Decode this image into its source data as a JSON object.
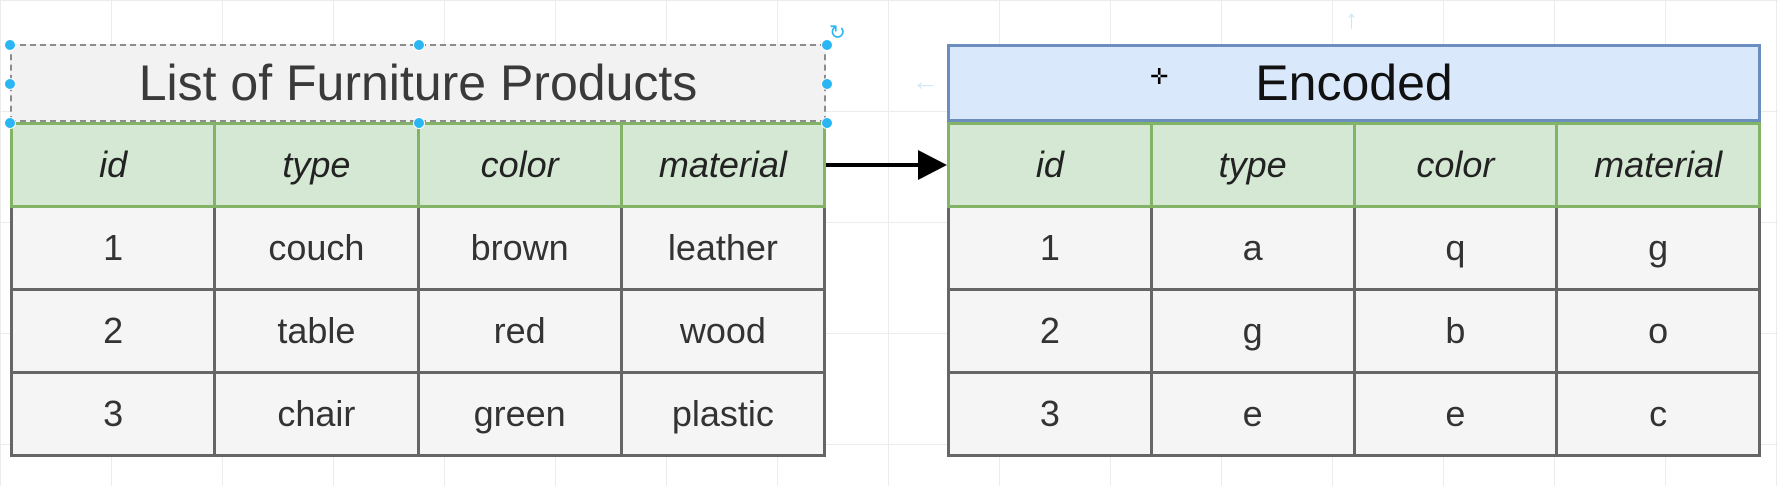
{
  "left_table": {
    "title": "List of Furniture Products",
    "headers": [
      "id",
      "type",
      "color",
      "material"
    ],
    "rows": [
      [
        "1",
        "couch",
        "brown",
        "leather"
      ],
      [
        "2",
        "table",
        "red",
        "wood"
      ],
      [
        "3",
        "chair",
        "green",
        "plastic"
      ]
    ]
  },
  "right_table": {
    "title": "Encoded",
    "headers": [
      "id",
      "type",
      "color",
      "material"
    ],
    "rows": [
      [
        "1",
        "a",
        "q",
        "g"
      ],
      [
        "2",
        "g",
        "b",
        "o"
      ],
      [
        "3",
        "e",
        "e",
        "c"
      ]
    ]
  },
  "icons": {
    "rotate_handle": "rotate-icon",
    "connector": "arrow-right-icon",
    "move_cursor": "move-cursor-icon"
  },
  "colors": {
    "header_fill": "#d5e8d4",
    "header_border": "#82b366",
    "encoded_title_fill": "#dae8fc",
    "encoded_title_border": "#6c8ebf",
    "cell_fill": "#f5f5f5",
    "selection_handle": "#29b6f2"
  }
}
